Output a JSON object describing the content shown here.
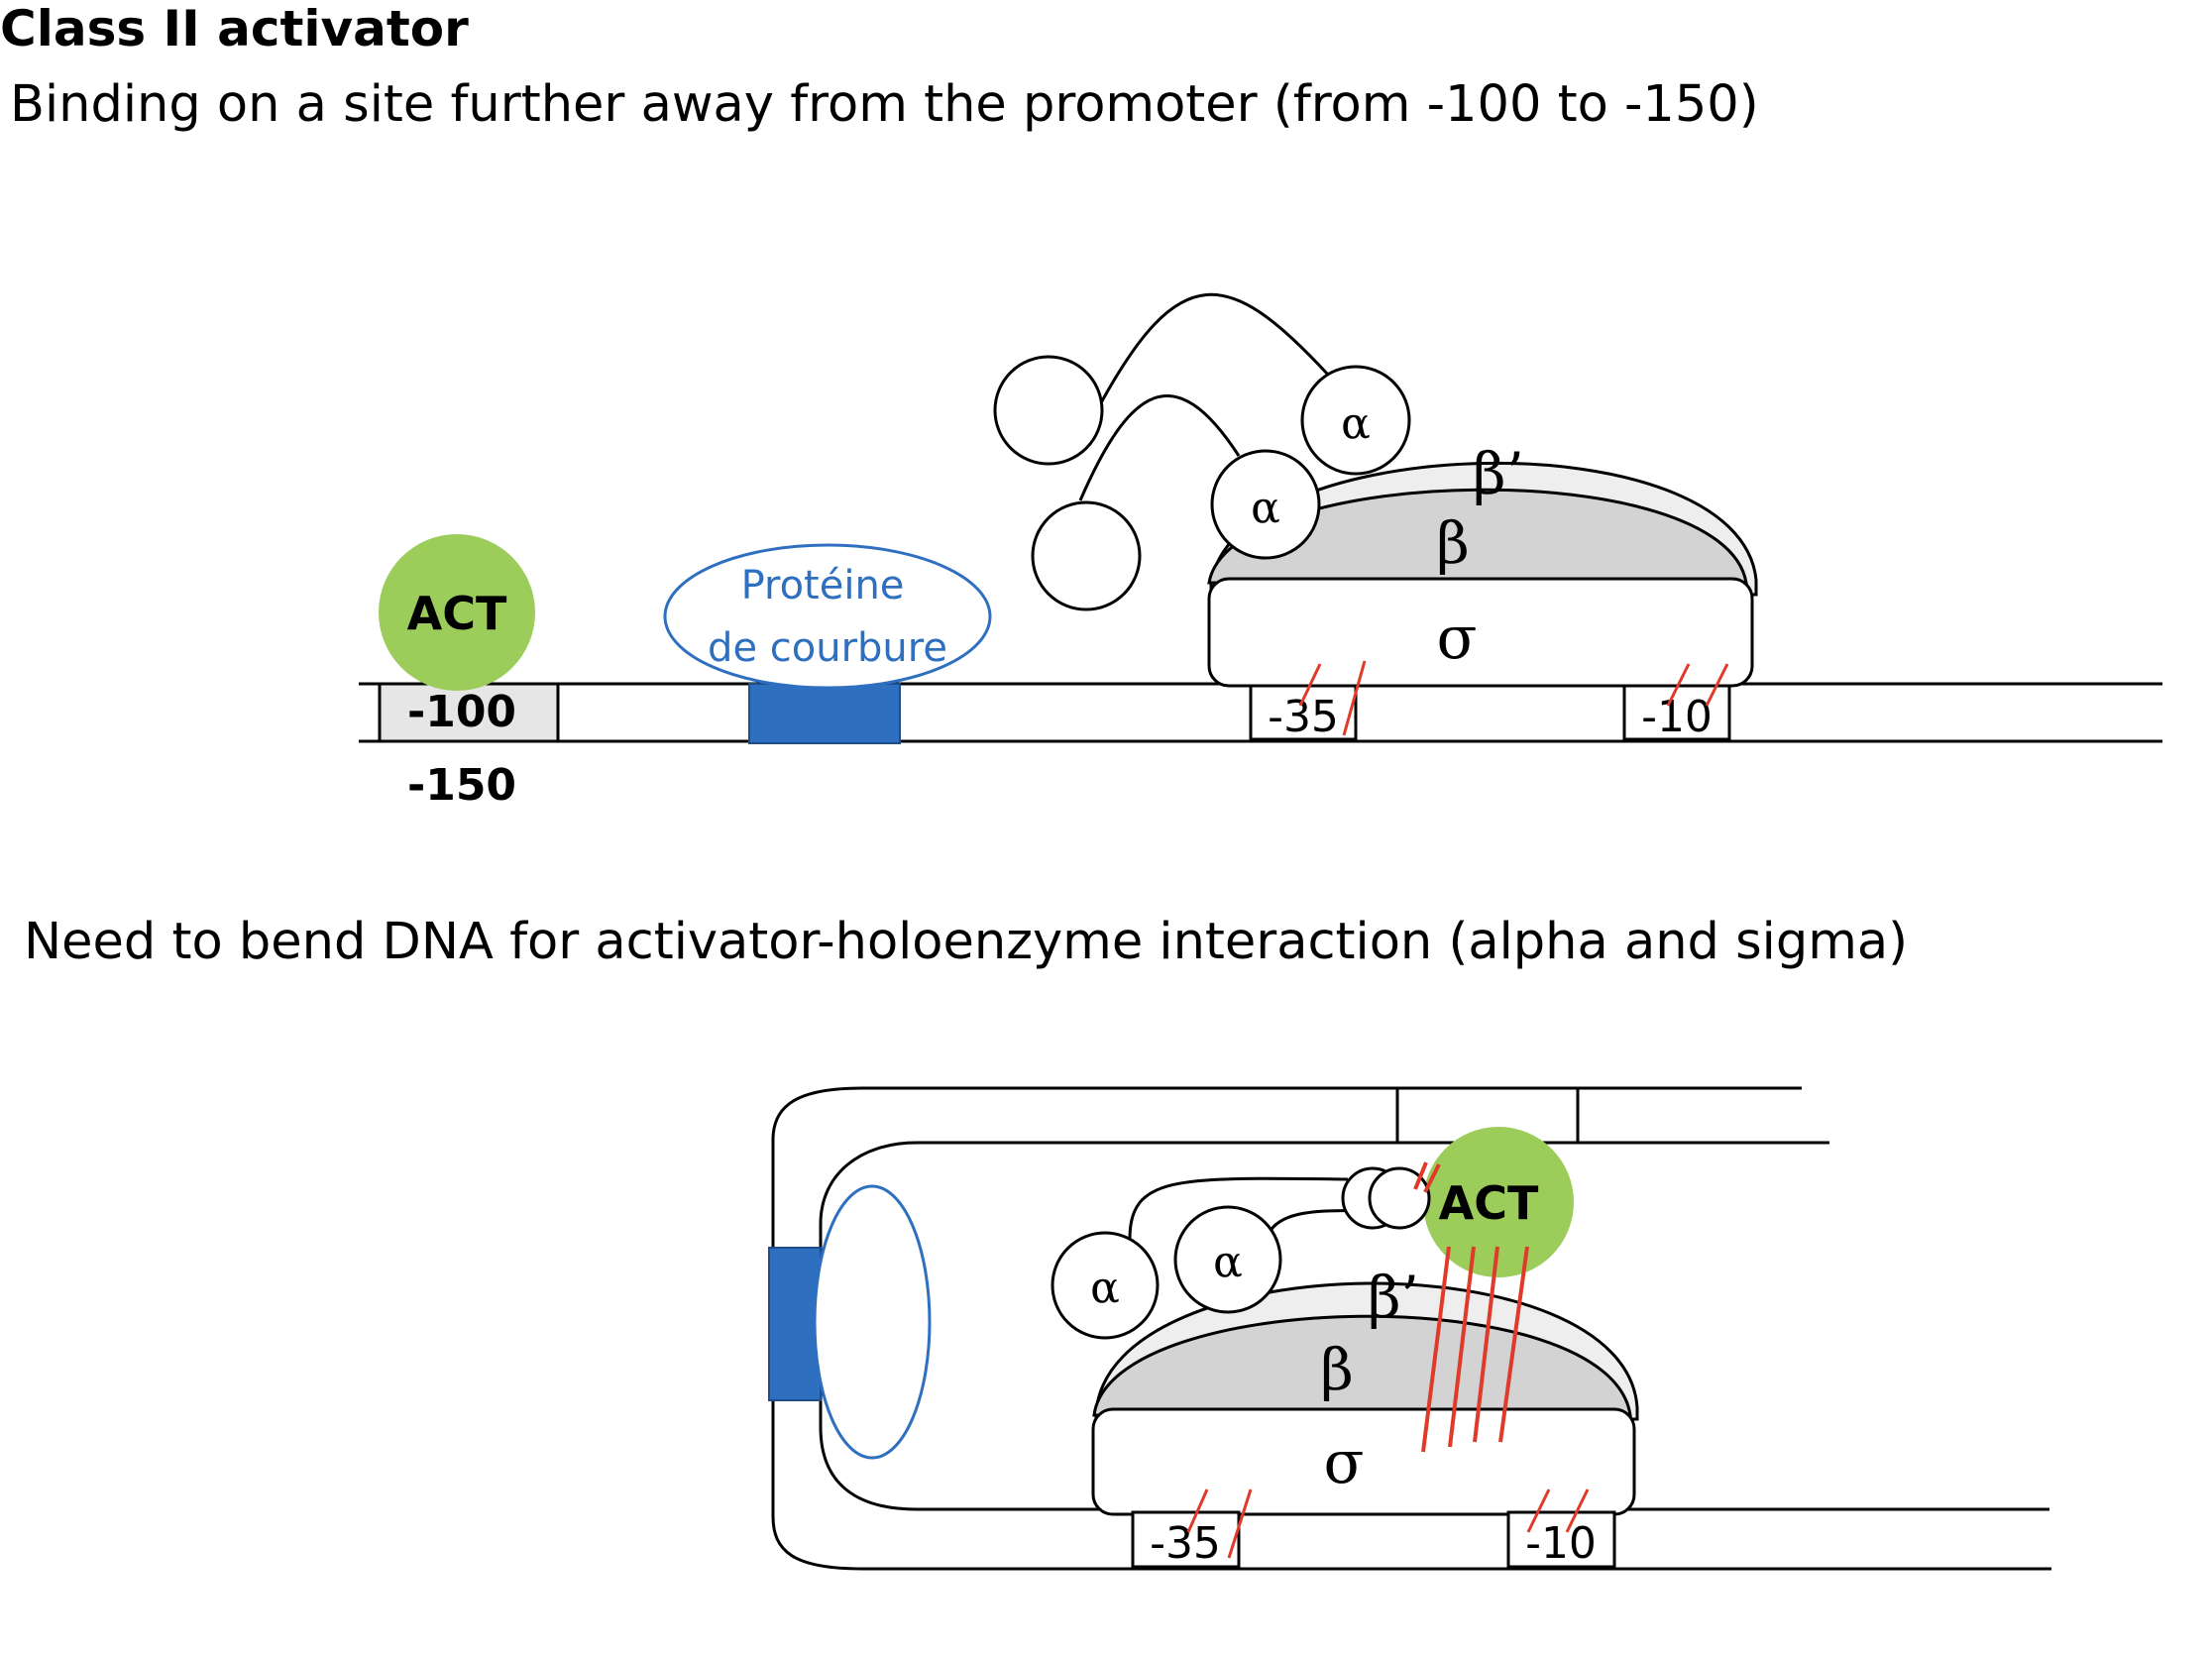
{
  "title": "Class II activator",
  "subtitle": "Binding on a site further away from the promoter (from -100 to -150)",
  "caption2": "Need to bend DNA for activator-holoenzyme interaction (alpha and sigma)",
  "top_diagram": {
    "activator_label": "ACT",
    "site_label_1": "-100",
    "site_label_2": "-150",
    "bending_protein_label_1": "Protéine",
    "bending_protein_label_2": "de courbure",
    "alpha_1": "α",
    "alpha_2": "α",
    "beta_prime": "β’",
    "beta": "β",
    "sigma": "σ",
    "box_35": "-35",
    "box_10": "-10"
  },
  "bottom_diagram": {
    "activator_label": "ACT",
    "alpha_1": "α",
    "alpha_2": "α",
    "beta_prime": "β’",
    "beta": "β",
    "sigma": "σ",
    "box_35": "-35",
    "box_10": "-10"
  },
  "colors": {
    "activator": "#9ccc5a",
    "bending_block": "#2f6fc0",
    "bending_text": "#2f6fc0",
    "contact_red": "#e03a2a",
    "beta_fill": "#d3d3d3",
    "beta_prime_fill": "#eeeeee",
    "site_box_fill": "#e6e6e6"
  }
}
